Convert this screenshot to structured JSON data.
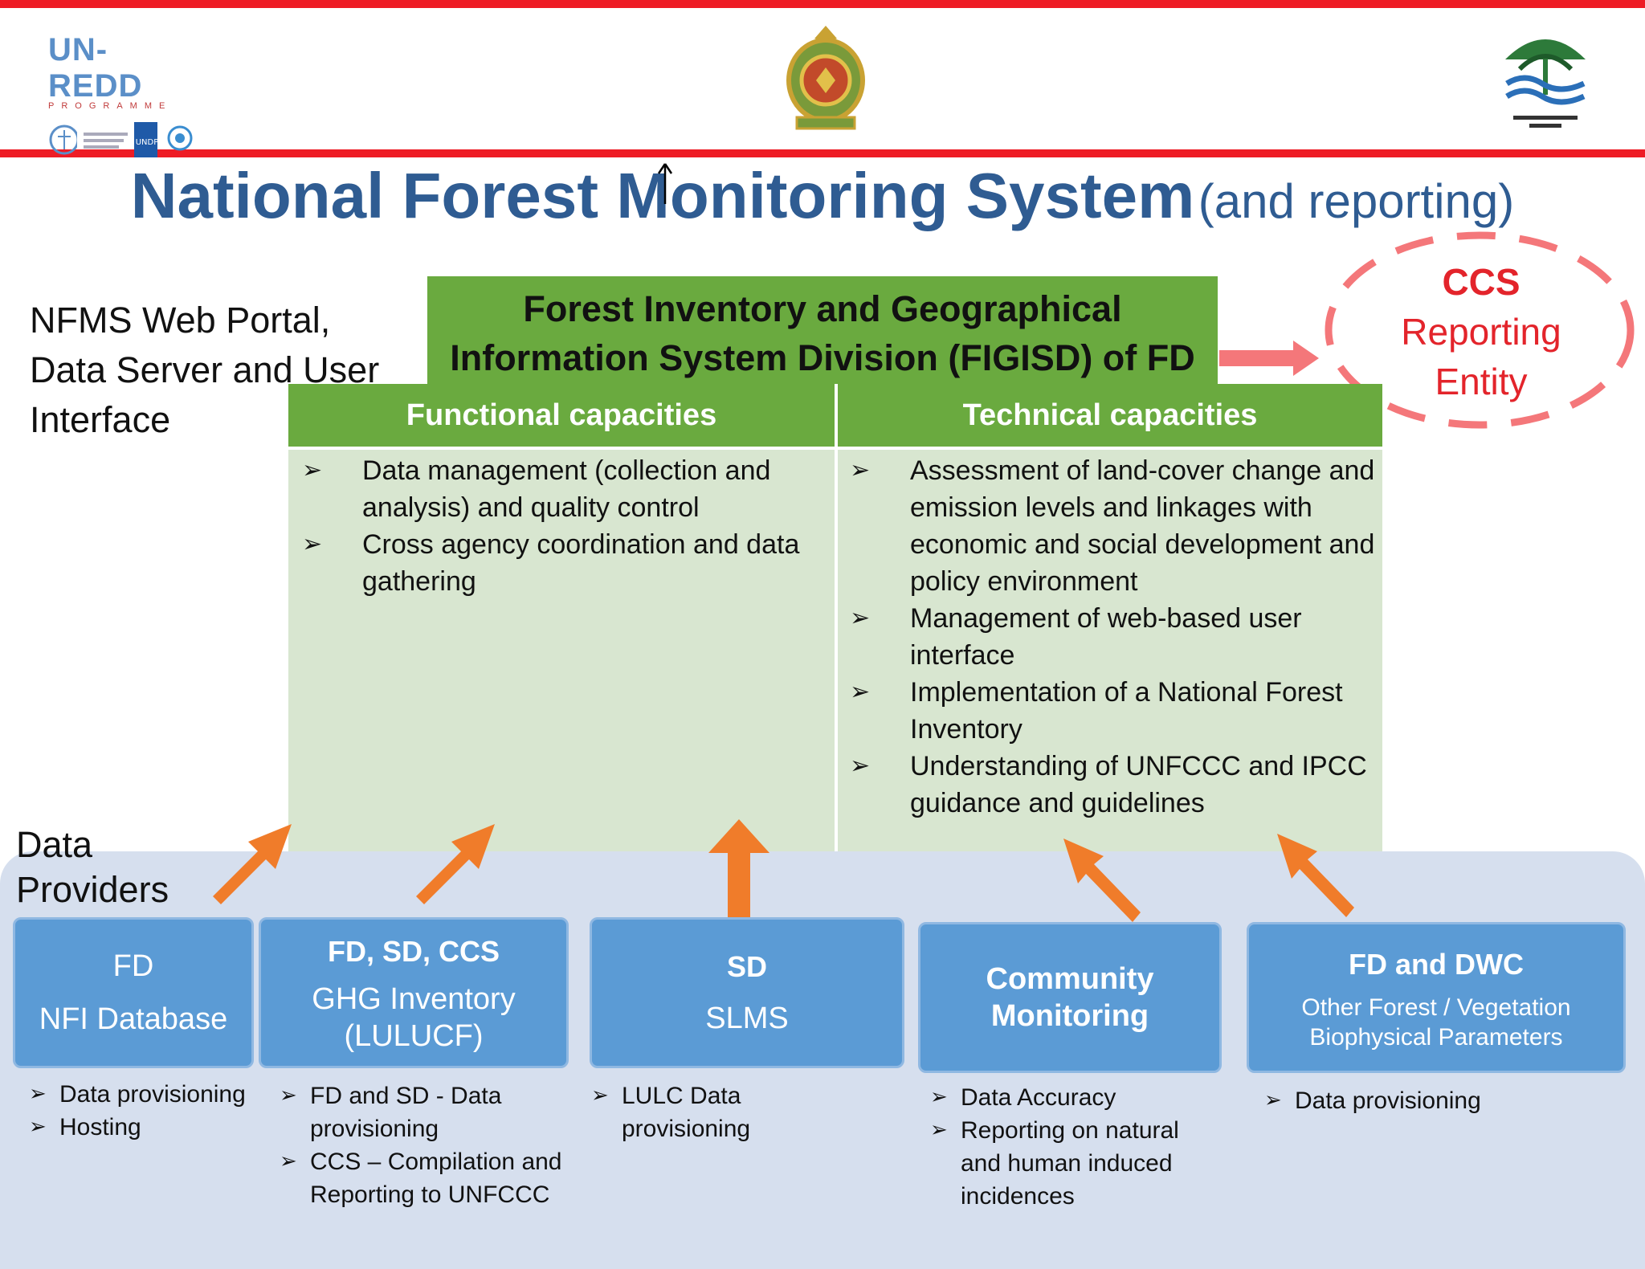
{
  "header": {
    "logo_left": {
      "name": "UN-REDD",
      "sub": "PROGRAMME"
    },
    "title_main": "National Forest Monitoring System",
    "title_sub": "(and reporting)"
  },
  "portal_label": [
    "NFMS Web Portal,",
    "Data Server and User",
    "Interface"
  ],
  "figisd": {
    "line1": "Forest Inventory and Geographical",
    "line2": "Information System Division (FIGISD) of FD"
  },
  "ccs": {
    "line1": "CCS",
    "line2": "Reporting",
    "line3": "Entity"
  },
  "functional": {
    "title": "Functional capacities",
    "items": [
      "Data management (collection and analysis) and quality control",
      "Cross agency coordination and data gathering"
    ]
  },
  "technical": {
    "title": "Technical capacities",
    "items": [
      "Assessment of land-cover change and emission levels and linkages with economic and social development and policy environment",
      "Management of web-based user interface",
      "Implementation of a National Forest Inventory",
      "Understanding of UNFCCC and IPCC guidance and guidelines"
    ]
  },
  "providers_label": [
    "Data",
    "Providers"
  ],
  "providers": [
    {
      "title": "FD",
      "subtitle": "NFI Database",
      "bullets": [
        "Data provisioning",
        "Hosting"
      ]
    },
    {
      "title": "FD, SD, CCS",
      "subtitle": "GHG Inventory (LULUCF)",
      "bullets": [
        "FD and SD - Data provisioning",
        "CCS – Compilation and Reporting to UNFCCC"
      ]
    },
    {
      "title": "SD",
      "subtitle": "SLMS",
      "bullets": [
        "LULC Data provisioning"
      ]
    },
    {
      "title": "Community Monitoring",
      "subtitle": "",
      "bullets": [
        "Data Accuracy",
        "Reporting on natural and human induced incidences"
      ]
    },
    {
      "title": "FD and DWC",
      "subtitle": "Other Forest / Vegetation Biophysical Parameters",
      "bullets": [
        "Data provisioning"
      ]
    }
  ],
  "colors": {
    "red": "#ee1c25",
    "title_blue": "#2f5c92",
    "green": "#6aaa3f",
    "light_green": "#d8e6d0",
    "provider_blue": "#5b9bd5",
    "panel_blue": "#d6dfee",
    "arrow_orange": "#f07c2a",
    "ccs_red": "#e3242b"
  }
}
